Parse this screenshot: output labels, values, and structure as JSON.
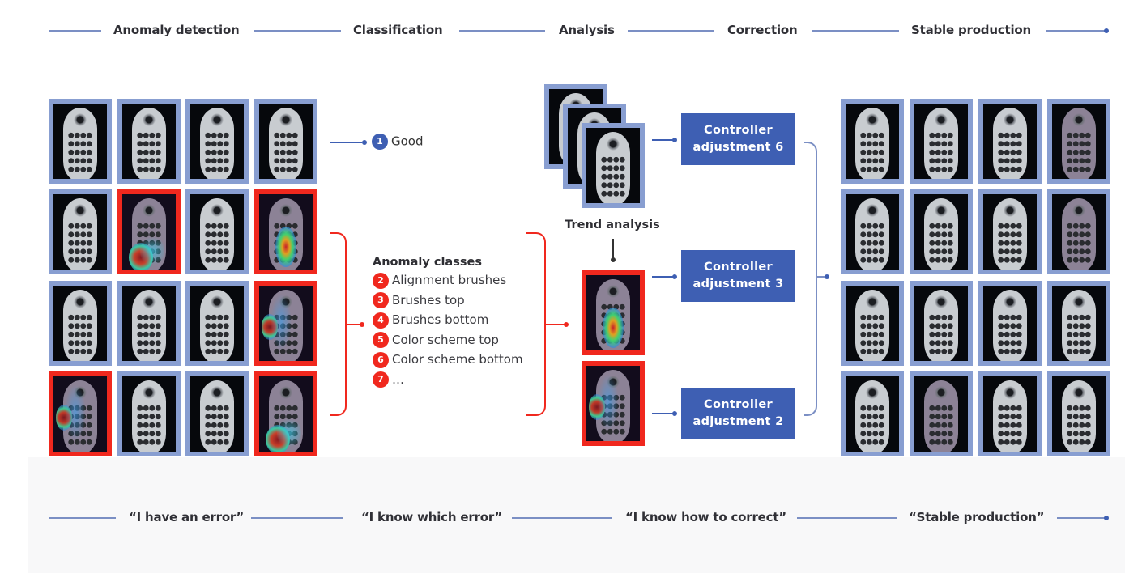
{
  "stages": {
    "top": [
      "Anomaly detection",
      "Classification",
      "Analysis",
      "Correction",
      "Stable production"
    ],
    "bottom": [
      "“I have an error”",
      "“I know which error”",
      "“I know how to correct”",
      "“Stable production”"
    ]
  },
  "detection_grid": {
    "rows": [
      [
        "normal",
        "normal",
        "normal",
        "normal"
      ],
      [
        "normal",
        "anomaly",
        "normal",
        "anomaly"
      ],
      [
        "normal",
        "normal",
        "normal",
        "anomaly"
      ],
      [
        "anomaly",
        "normal",
        "normal",
        "anomaly"
      ]
    ]
  },
  "good": {
    "badge": "1",
    "label": "Good"
  },
  "anomaly_classes": {
    "title": "Anomaly classes",
    "items": [
      {
        "badge": "2",
        "label": "Alignment brushes"
      },
      {
        "badge": "3",
        "label": "Brushes top"
      },
      {
        "badge": "4",
        "label": "Brushes bottom"
      },
      {
        "badge": "5",
        "label": "Color scheme top"
      },
      {
        "badge": "6",
        "label": "Color scheme bottom"
      },
      {
        "badge": "7",
        "label": "…"
      }
    ]
  },
  "analysis": {
    "trend_label": "Trend analysis"
  },
  "controllers": [
    {
      "line1": "Controller",
      "line2": "adjustment 6"
    },
    {
      "line1": "Controller",
      "line2": "adjustment 3"
    },
    {
      "line1": "Controller",
      "line2": "adjustment 2"
    }
  ],
  "stable_grid": {
    "rows": [
      [
        "normal",
        "normal",
        "normal",
        "tinted"
      ],
      [
        "normal",
        "normal",
        "normal",
        "tinted"
      ],
      [
        "normal",
        "normal",
        "normal",
        "normal"
      ],
      [
        "normal",
        "tinted",
        "normal",
        "normal"
      ]
    ]
  },
  "colors": {
    "accent_blue": "#3e5fb3",
    "frame_blue": "#889ed1",
    "anomaly_red": "#f0281e",
    "line_blue": "#7b8fc4"
  }
}
